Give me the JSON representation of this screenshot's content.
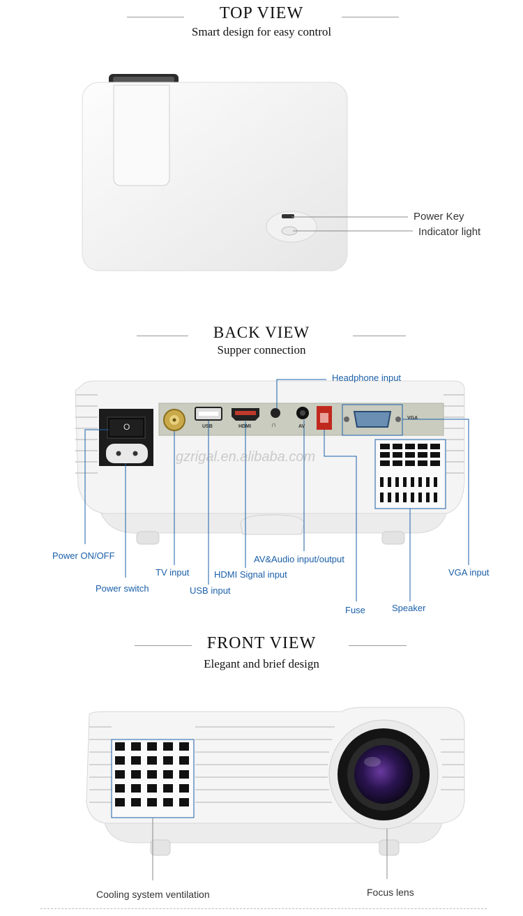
{
  "top_view": {
    "title": "TOP VIEW",
    "subtitle": "Smart design for easy control",
    "labels": {
      "power_key": "Power Key",
      "indicator_light": "Indicator light"
    }
  },
  "back_view": {
    "title": "BACK VIEW",
    "subtitle": "Supper connection",
    "port_marks": {
      "usb": "USB",
      "hdmi": "HDMI",
      "av": "AV",
      "vga": "VGA"
    },
    "switch_mark": "O",
    "watermark": "gzrigal.en.alibaba.com",
    "labels": {
      "headphone_input": "Headphone input",
      "power_on_off": "Power ON/OFF",
      "tv_input": "TV input",
      "av_audio": "AV&Audio input/output",
      "vga_input": "VGA input",
      "power_switch": "Power switch",
      "hdmi_signal": "HDMI Signal input",
      "usb_input": "USB input",
      "fuse": "Fuse",
      "speaker": "Speaker"
    }
  },
  "front_view": {
    "title": "FRONT VIEW",
    "subtitle": "Elegant and brief design",
    "labels": {
      "cooling": "Cooling system ventilation",
      "focus_lens": "Focus lens"
    }
  },
  "colors": {
    "callout_blue": "#1a5fa8",
    "body_white": "#f4f4f4",
    "panel_olive": "#c9ccbf"
  }
}
